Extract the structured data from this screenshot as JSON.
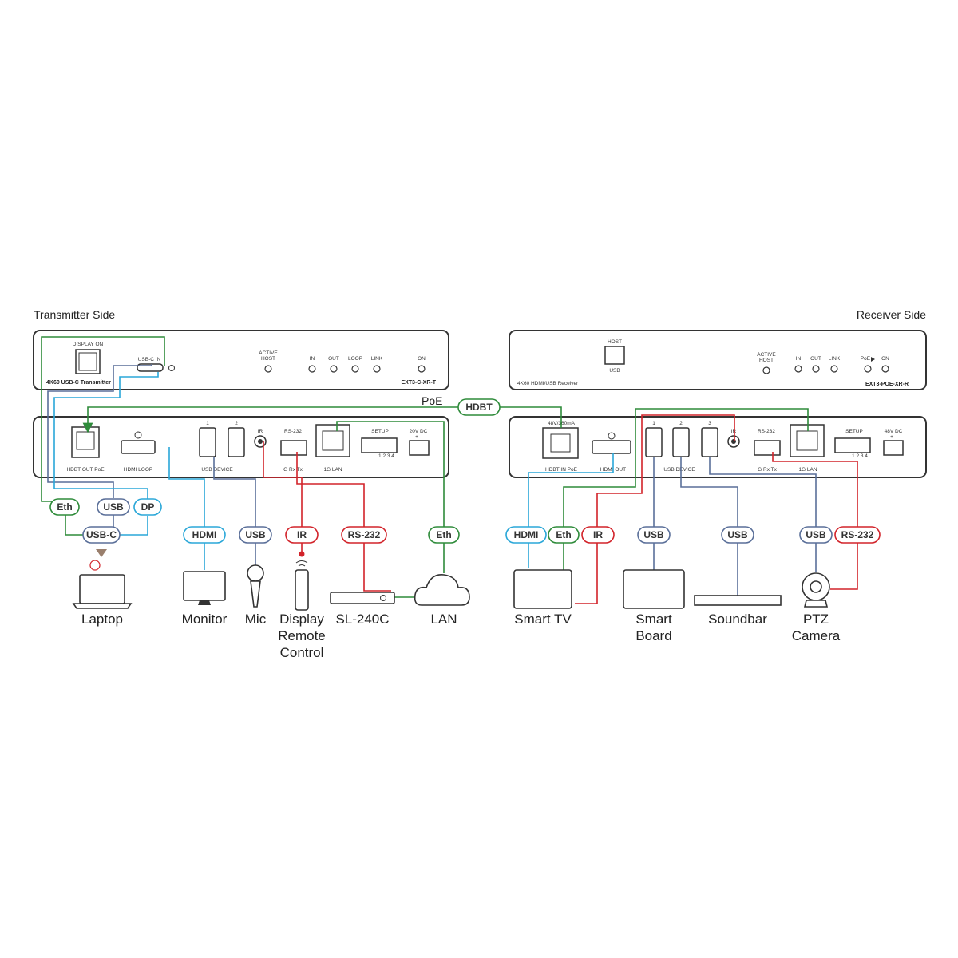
{
  "header": {
    "transmitter_side": "Transmitter Side",
    "receiver_side": "Receiver Side"
  },
  "transmitter": {
    "front": {
      "display_on": "DISPLAY ON",
      "usbc_in": "USB-C IN",
      "active_host": [
        "ACTIVE",
        "HOST"
      ],
      "leds": [
        "IN",
        "OUT",
        "LOOP",
        "LINK"
      ],
      "on": "ON",
      "name": "4K60 USB-C Transmitter",
      "model": "EXT3-C-XR-T"
    },
    "rear": {
      "hdbt_out": "HDBT OUT PoE",
      "hdmi_loop": "HDMI LOOP",
      "usb_nums": [
        "1",
        "2"
      ],
      "usb_device": "USB DEVICE",
      "ir": "IR",
      "rs232": "RS-232",
      "rs232_pins": "G  Rx  Tx",
      "lan": "1G LAN",
      "setup": "SETUP",
      "setup_nums": "1 2 3 4",
      "power": "20V DC",
      "power_pol": "+  -"
    }
  },
  "receiver": {
    "front": {
      "host": "HOST",
      "usb": "USB",
      "active_host": [
        "ACTIVE",
        "HOST"
      ],
      "leds": [
        "IN",
        "OUT",
        "LINK"
      ],
      "poe": "PoE",
      "on": "ON",
      "name": "4K60 HDMI/USB Receiver",
      "model": "EXT3-POE-XR-R"
    },
    "rear": {
      "power_in": "48V/360mA",
      "hdbt_in": "HDBT IN PoE",
      "hdmi_out": "HDMI OUT",
      "usb_nums": [
        "1",
        "2",
        "3"
      ],
      "usb_device": "USB DEVICE",
      "ir": "IR",
      "rs232": "RS-232",
      "rs232_pins": "G  Rx  Tx",
      "lan": "1G LAN",
      "setup": "SETUP",
      "setup_nums": "1 2 3 4",
      "power": "48V DC",
      "power_pol": "+  -"
    }
  },
  "link": {
    "hdbt": "HDBT",
    "poe": "PoE"
  },
  "pills": {
    "tx_eth": "Eth",
    "tx_usb": "USB",
    "tx_dp": "DP",
    "tx_usbc": "USB-C",
    "tx_hdmi": "HDMI",
    "tx_usb2": "USB",
    "tx_ir": "IR",
    "tx_rs232": "RS-232",
    "tx_eth2": "Eth",
    "rx_hdmi": "HDMI",
    "rx_eth": "Eth",
    "rx_ir": "IR",
    "rx_usb1": "USB",
    "rx_usb2": "USB",
    "rx_usb3": "USB",
    "rx_rs232": "RS-232"
  },
  "devices": {
    "laptop": "Laptop",
    "monitor": "Monitor",
    "mic": "Mic",
    "remote": [
      "Display",
      "Remote",
      "Control"
    ],
    "sl240c": "SL-240C",
    "lan": "LAN",
    "smart_tv": "Smart TV",
    "smart_board": [
      "Smart",
      "Board"
    ],
    "soundbar": "Soundbar",
    "ptz": [
      "PTZ",
      "Camera"
    ]
  },
  "colors": {
    "eth": "#2e8b3a",
    "usb": "#5a6f99",
    "hdmi": "#2aa7d8",
    "ir": "#d2232a",
    "rs232": "#d2232a",
    "device_frame": "#333333",
    "device_fill": "#ffffff"
  }
}
